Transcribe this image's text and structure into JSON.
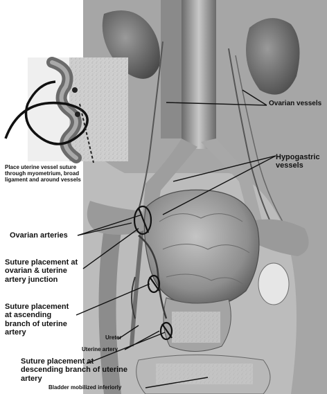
{
  "labels": {
    "ovarian_vessels": "Ovarian vessels",
    "hypogastric_vessels": "Hypogastric\nvessels",
    "place_suture": "Place uterine vessel suture\nthrough myometrium, broad\nligament and around vessels",
    "ovarian_arteries": "Ovarian arteries",
    "suture_ovarian_uterine": "Suture placement at\novarian & uterine\nartery junction",
    "suture_ascending": "Suture placement\nat ascending\nbranch of uterine\nartery",
    "ureter": "Ureter",
    "uterine_artery": "Uterine artery",
    "suture_descending": "Suture placement at\ndescending branch of uterine\nartery",
    "bladder": "Bladder mobilized inferiorly"
  }
}
